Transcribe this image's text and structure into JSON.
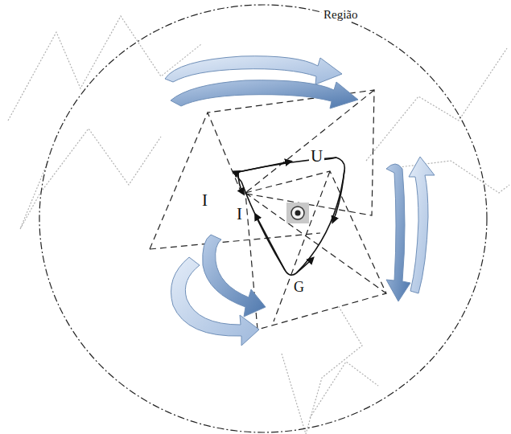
{
  "diagram": {
    "labels": [
      "Região",
      "I",
      "I",
      "U",
      "G"
    ]
  }
}
